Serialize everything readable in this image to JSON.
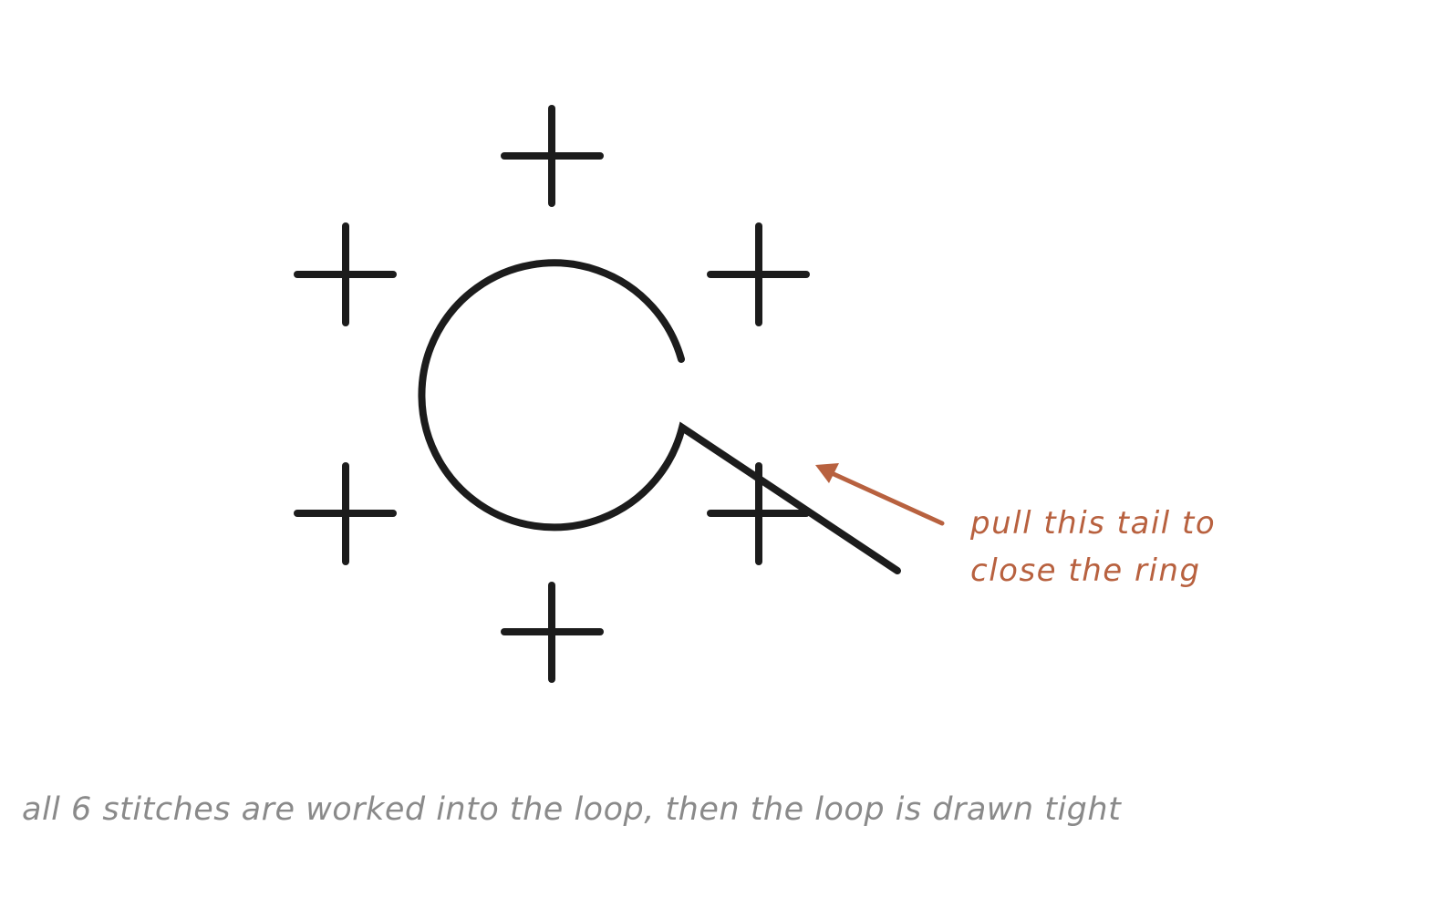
{
  "diagram": {
    "stitch_symbol": "plus-sign",
    "stitch_count": 6,
    "callout": {
      "line1": "pull this tail to",
      "line2": "close the ring"
    },
    "caption": "all 6 stitches are worked into the loop, then the loop is drawn tight"
  },
  "colors": {
    "ink": "#1c1c1c",
    "callout": "#b8613f",
    "caption": "#8a8a8a",
    "background": "#ffffff"
  }
}
